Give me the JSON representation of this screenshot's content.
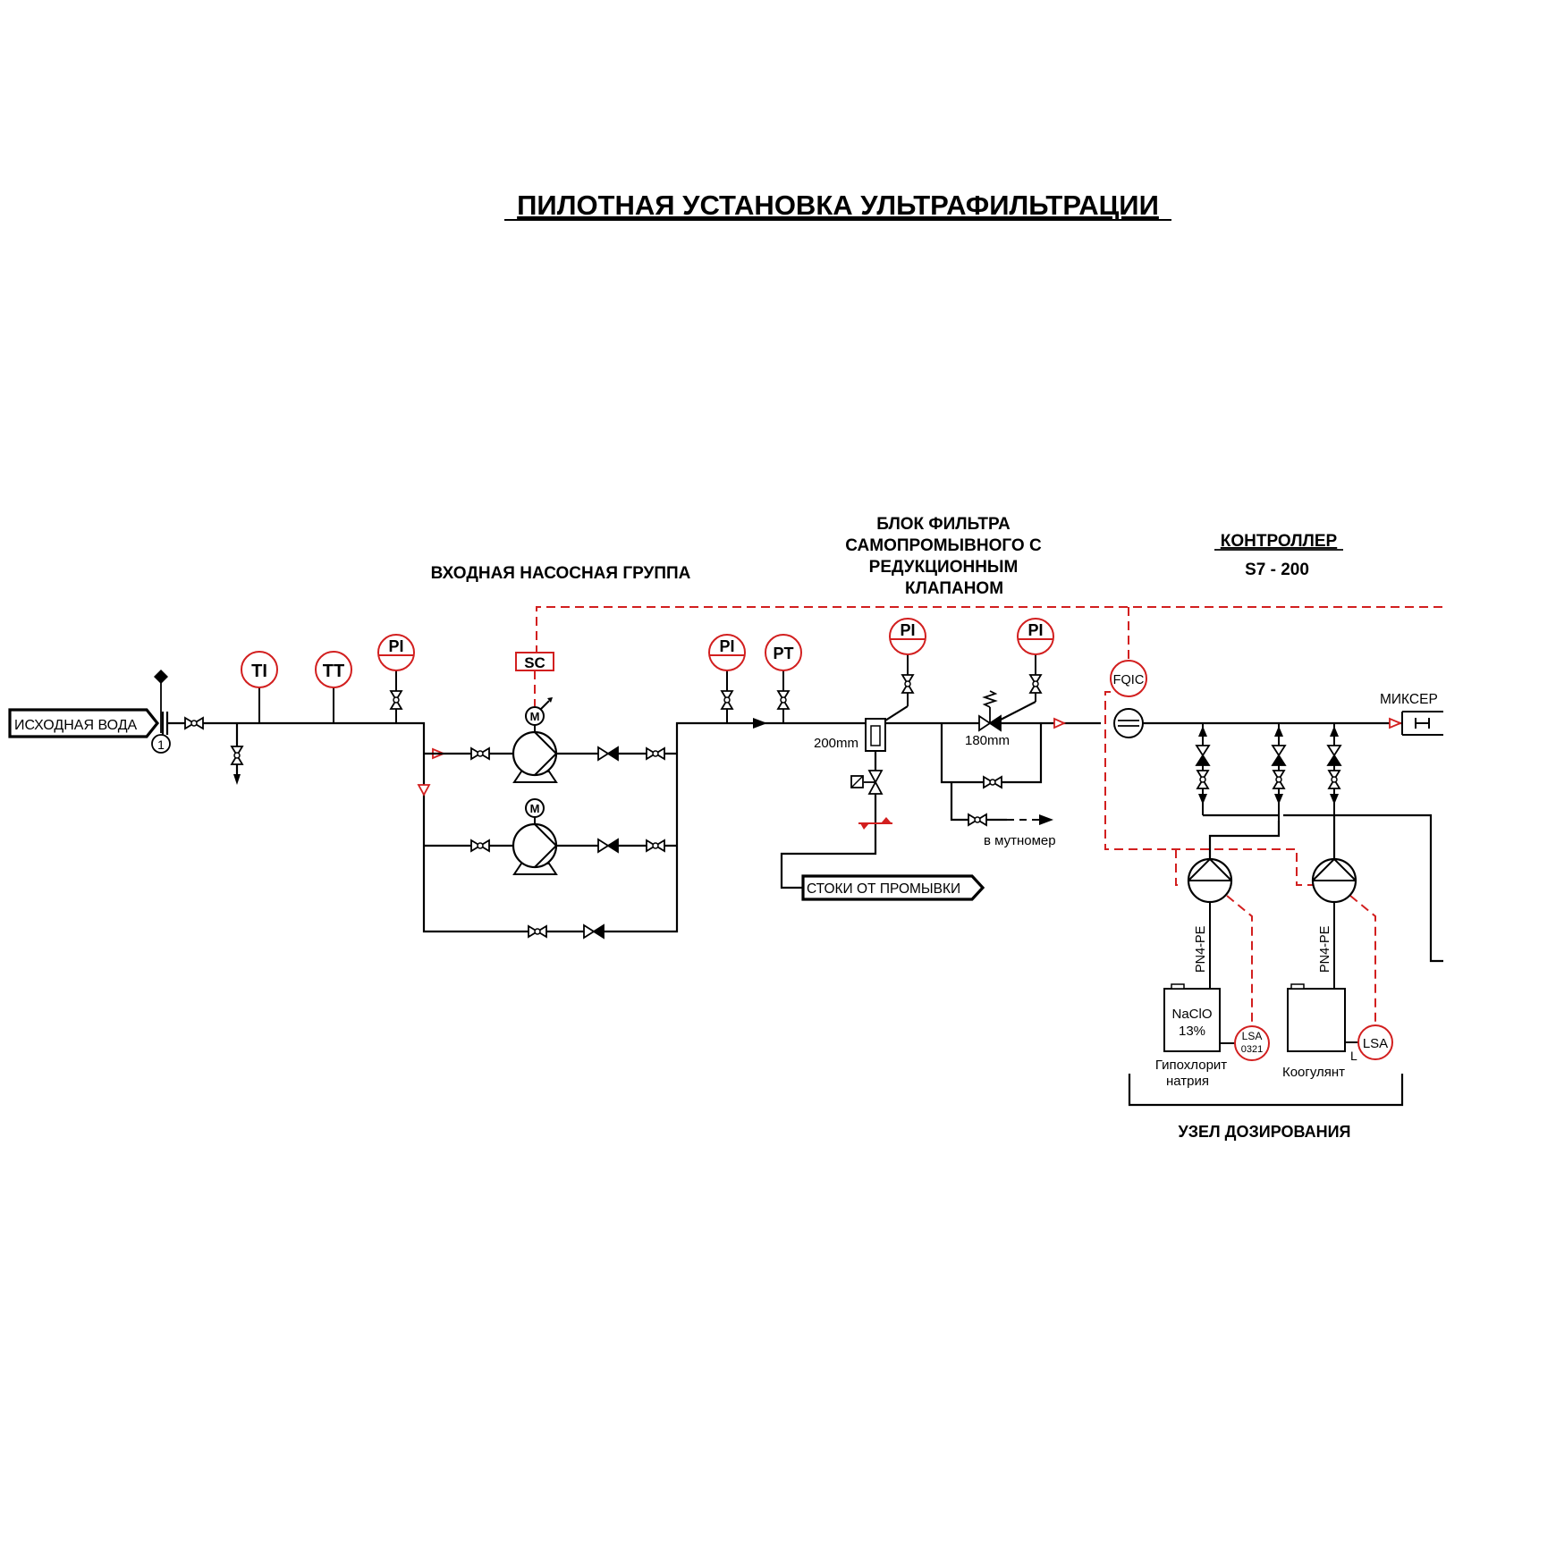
{
  "title": "ПИЛОТНАЯ УСТАНОВКА УЛЬТРАФИЛЬТРАЦИИ",
  "sections": {
    "pump_group": "ВХОДНАЯ НАСОСНАЯ ГРУППА",
    "filter_block": [
      "БЛОК ФИЛЬТРА",
      "САМОПРОМЫВНОГО С",
      "РЕДУКЦИОННЫМ",
      "КЛАПАНОМ"
    ],
    "controller": "КОНТРОЛЛЕР",
    "controller_model": "S7 - 200",
    "dosing": "УЗЕЛ ДОЗИРОВАНИЯ"
  },
  "streams": {
    "inlet": "ИСХОДНАЯ ВОДА",
    "drain": "СТОКИ ОТ ПРОМЫВКИ",
    "turbidimeter": "в мутномер"
  },
  "instruments": {
    "ti": "TI",
    "tt": "TT",
    "pi": "PI",
    "pt": "PT",
    "sc": "SC",
    "fqic": "FQIC",
    "lsa_1": [
      "LSA",
      "0321"
    ],
    "lsa_2": "LSA"
  },
  "equipment": {
    "inlet_point": "1",
    "motor": "M",
    "filter_size": "200mm",
    "reducer_size": "180mm",
    "mixer": "МИКСЕР",
    "dosing_pump_model": "PN4-PE",
    "tank_1_content": [
      "NaClO",
      "13%"
    ],
    "tank_1_name": [
      "Гипохлорит",
      "натрия"
    ],
    "tank_2_name": "Коогулянт",
    "level_mark": "L"
  },
  "colors": {
    "signal_line": "#d21f1f",
    "process_line": "#000000",
    "background": "#ffffff"
  }
}
